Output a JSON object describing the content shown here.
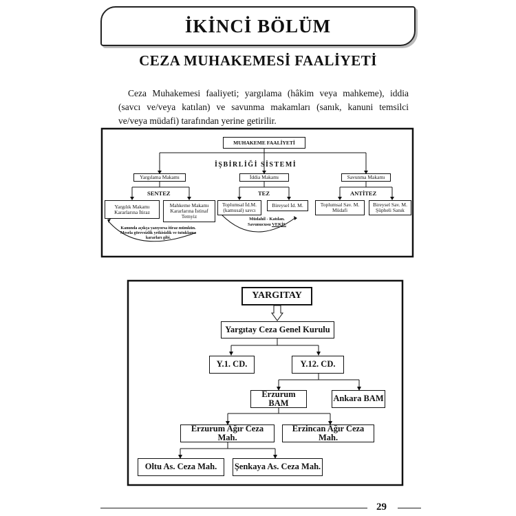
{
  "page": {
    "chapter": "İKİNCİ BÖLÜM",
    "section_title": "CEZA MUHAKEMESİ FAALİYETİ",
    "paragraph": "Ceza Muhakemesi faaliyeti; yargılama (hâkim veya mahkeme), iddia (savcı ve/veya katılan) ve savunma makamları (sanık, kanuni temsilci ve/veya müdafi) tarafından yerine getirilir.",
    "page_number": "29"
  },
  "diagram1": {
    "top": "MUHAKEME FAALİYETİ",
    "system": "İŞBİRLİĞİ SİSTEMİ",
    "yargilama": "Yargılama Makamı",
    "iddia": "İddia Makamı",
    "savunma": "Savunma Makamı",
    "sentez": "SENTEZ",
    "tez": "TEZ",
    "antitez": "ANTİTEZ",
    "yargilik": "Yargılık Makamı Kararlarına İtiraz",
    "mahkeme": "Mahkeme Makamı Kararlarına İstinaf Temyiz",
    "toplumsal_id": "Toplumsal İd.M. (kamusal) savcı",
    "bireysel_id": "Bireysel İd. M.",
    "toplumsal_sav": "Toplumsal Sav. M. Müdafi",
    "bireysel_sav": "Bireysel Sav. M. Şüpheli Sanık",
    "note_left": "Kanunda açıkça yazıyorsa itiraz mümkün. Mesela görevsizlik yetkisizlik ve tutuklama kararları gibi.",
    "note_mid_1": "Müdahil - Katılan.",
    "note_mid_2": "Savunucusu",
    "note_mid_3": "VEKİL"
  },
  "diagram2": {
    "yargitay": "YARGITAY",
    "genel_kurul": "Yargıtay Ceza Genel Kurulu",
    "y1": "Y.1. CD.",
    "y12": "Y.12. CD.",
    "erzurum_bam": "Erzurum BAM",
    "ankara_bam": "Ankara BAM",
    "erzurum_agir": "Erzurum Ağır Ceza Mah.",
    "erzincan_agir": "Erzincan Ağır Ceza Mah.",
    "oltu": "Oltu As. Ceza Mah.",
    "senkaya": "Şenkaya As. Ceza Mah."
  }
}
